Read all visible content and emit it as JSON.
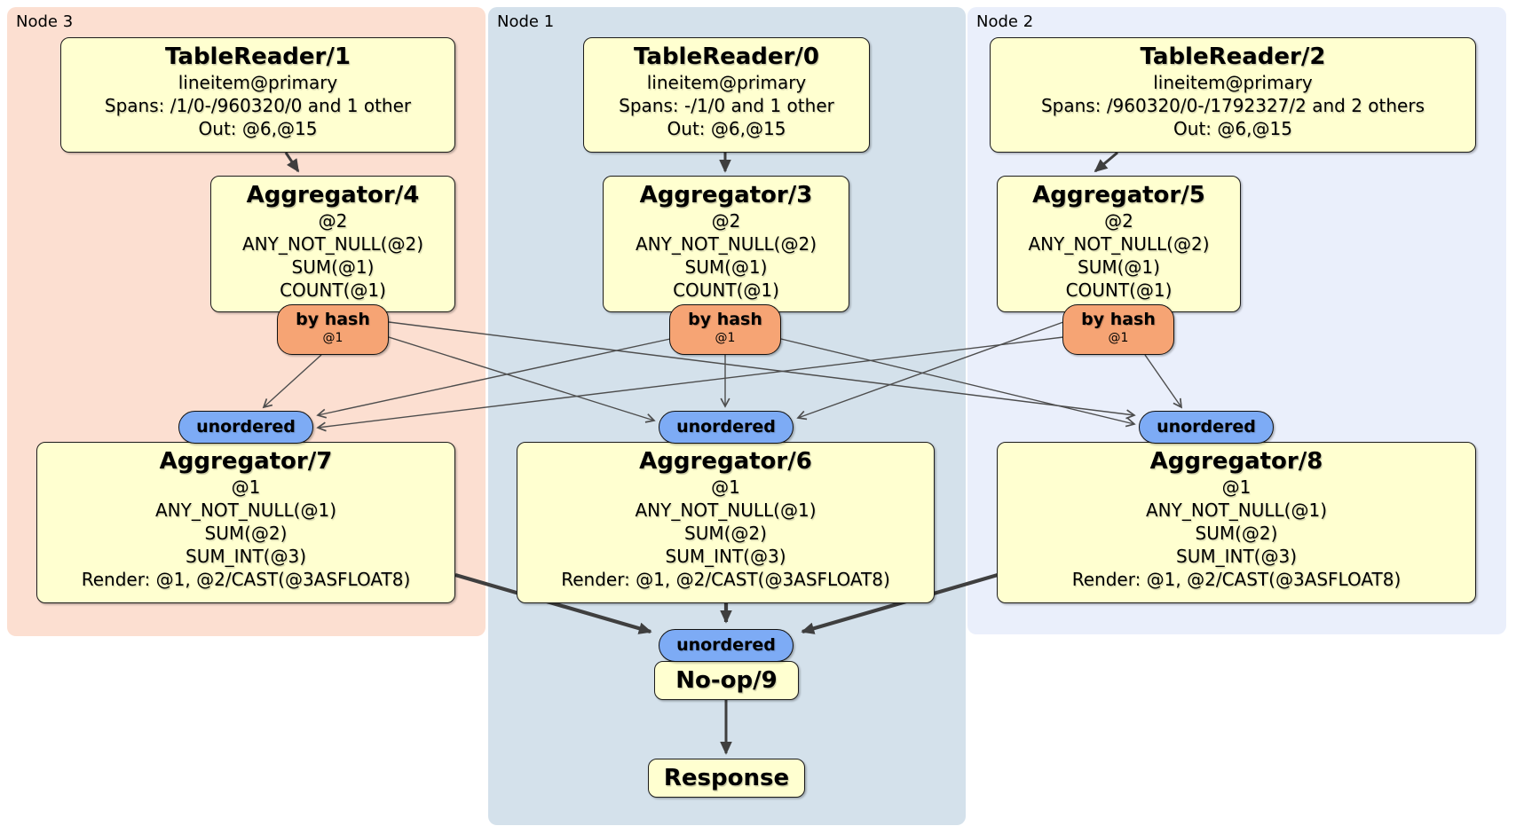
{
  "groups": [
    {
      "id": "node3",
      "label": "Node 3"
    },
    {
      "id": "node1",
      "label": "Node 1"
    },
    {
      "id": "node2",
      "label": "Node 2"
    }
  ],
  "boxes": {
    "tr1": {
      "title": "TableReader/1",
      "lines": [
        "lineitem@primary",
        "Spans: /1/0-/960320/0 and 1 other",
        "Out: @6,@15"
      ]
    },
    "tr0": {
      "title": "TableReader/0",
      "lines": [
        "lineitem@primary",
        "Spans: -/1/0 and 1 other",
        "Out: @6,@15"
      ]
    },
    "tr2": {
      "title": "TableReader/2",
      "lines": [
        "lineitem@primary",
        "Spans: /960320/0-/1792327/2 and 2 others",
        "Out: @6,@15"
      ]
    },
    "agg4": {
      "title": "Aggregator/4",
      "lines": [
        "@2",
        "ANY_NOT_NULL(@2)",
        "SUM(@1)",
        "COUNT(@1)"
      ]
    },
    "agg3": {
      "title": "Aggregator/3",
      "lines": [
        "@2",
        "ANY_NOT_NULL(@2)",
        "SUM(@1)",
        "COUNT(@1)"
      ]
    },
    "agg5": {
      "title": "Aggregator/5",
      "lines": [
        "@2",
        "ANY_NOT_NULL(@2)",
        "SUM(@1)",
        "COUNT(@1)"
      ]
    },
    "agg7": {
      "title": "Aggregator/7",
      "lines": [
        "@1",
        "ANY_NOT_NULL(@1)",
        "SUM(@2)",
        "SUM_INT(@3)",
        "Render: @1, @2/CAST(@3ASFLOAT8)"
      ]
    },
    "agg6": {
      "title": "Aggregator/6",
      "lines": [
        "@1",
        "ANY_NOT_NULL(@1)",
        "SUM(@2)",
        "SUM_INT(@3)",
        "Render: @1, @2/CAST(@3ASFLOAT8)"
      ]
    },
    "agg8": {
      "title": "Aggregator/8",
      "lines": [
        "@1",
        "ANY_NOT_NULL(@1)",
        "SUM(@2)",
        "SUM_INT(@3)",
        "Render: @1, @2/CAST(@3ASFLOAT8)"
      ]
    },
    "noop": {
      "title": "No-op/9"
    },
    "response": {
      "title": "Response"
    }
  },
  "routers": {
    "hash_label": "by hash",
    "hash_key": "@1",
    "sync_label": "unordered"
  },
  "colors": {
    "node3_bg": "#fcdfd1",
    "node1_bg": "#d4e1eb",
    "node2_bg": "#eaeffb",
    "processor_bg": "#ffffd0",
    "hash_router_bg": "#f6a474",
    "sync_bg": "#7dabf5",
    "edge": "#4d4d4d",
    "edge_thick": "#3f3f3f"
  }
}
